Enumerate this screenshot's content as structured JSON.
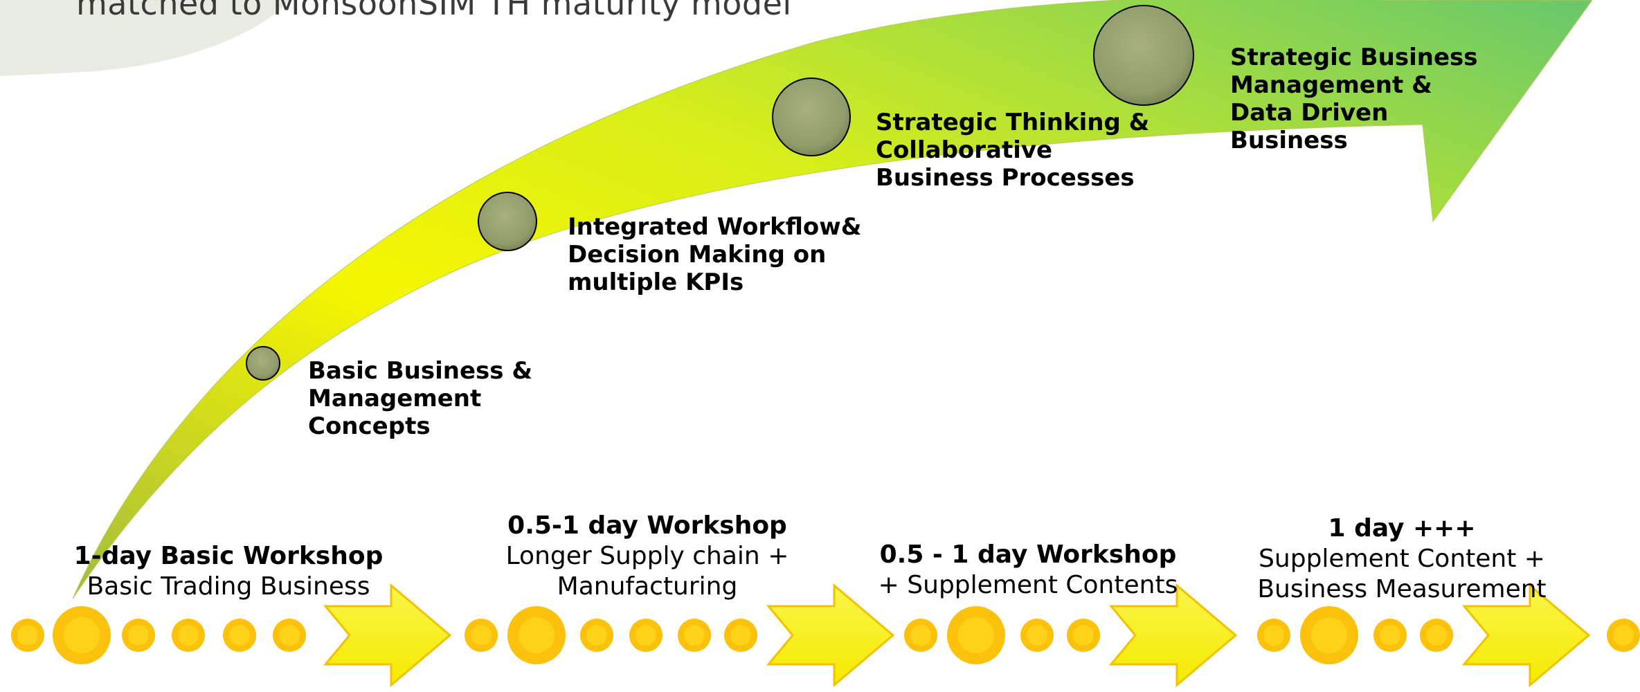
{
  "header": {
    "subtitle_fragment": "matched to MonsoonSIM TH maturity model"
  },
  "stages": [
    {
      "lines": [
        "Basic Business &",
        "Management",
        "Concepts"
      ]
    },
    {
      "lines": [
        "Integrated Workflow&",
        "Decision Making on",
        "multiple KPIs"
      ]
    },
    {
      "lines": [
        "Strategic Thinking &",
        "Collaborative",
        "Business Processes"
      ]
    },
    {
      "lines": [
        "Strategic Business",
        "Management &",
        "Data Driven",
        "Business"
      ]
    }
  ],
  "workshops": [
    {
      "title": "1-day Basic Workshop",
      "lines": [
        "Basic Trading Business"
      ]
    },
    {
      "title": "0.5-1 day Workshop",
      "lines": [
        "Longer Supply chain +",
        "Manufacturing"
      ]
    },
    {
      "title": "0.5 - 1 day Workshop",
      "lines": [
        "+ Supplement Contents"
      ]
    },
    {
      "title": "1 day +++",
      "lines": [
        "Supplement Content +",
        "Business Measurement"
      ]
    }
  ],
  "colors": {
    "arrow_gradient_start": "#a8c23a",
    "arrow_gradient_mid": "#f5f500",
    "arrow_gradient_end": "#6cc86a",
    "bubble": "#93a06e",
    "dot_outer": "#fcc10a",
    "dot_inner": "#ffd21a",
    "chevron_fill": "#f9f21f",
    "chevron_stroke": "#f2c200",
    "header_shape": "#e9ece3"
  }
}
